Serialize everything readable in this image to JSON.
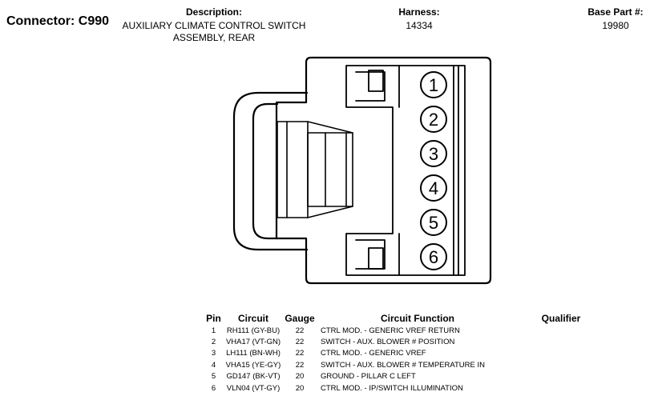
{
  "header": {
    "connector_title": "Connector: C990",
    "description_label": "Description:",
    "description_line1": "AUXILIARY CLIMATE CONTROL SWITCH",
    "description_line2": "ASSEMBLY, REAR",
    "harness_label": "Harness:",
    "harness_value": "14334",
    "base_part_label": "Base Part #:",
    "base_part_value": "19980"
  },
  "diagram": {
    "pin_labels": [
      "1",
      "2",
      "3",
      "4",
      "5",
      "6"
    ]
  },
  "table": {
    "headers": {
      "pin": "Pin",
      "circuit": "Circuit",
      "gauge": "Gauge",
      "function": "Circuit Function",
      "qualifier": "Qualifier"
    },
    "rows": [
      {
        "pin": "1",
        "circuit": "RH111 (GY-BU)",
        "gauge": "22",
        "function": "CTRL MOD. - GENERIC VREF RETURN",
        "qualifier": ""
      },
      {
        "pin": "2",
        "circuit": "VHA17 (VT-GN)",
        "gauge": "22",
        "function": "SWITCH - AUX. BLOWER # POSITION",
        "qualifier": ""
      },
      {
        "pin": "3",
        "circuit": "LH111 (BN-WH)",
        "gauge": "22",
        "function": "CTRL MOD. - GENERIC VREF",
        "qualifier": ""
      },
      {
        "pin": "4",
        "circuit": "VHA15 (YE-GY)",
        "gauge": "22",
        "function": "SWITCH - AUX. BLOWER # TEMPERATURE IN",
        "qualifier": ""
      },
      {
        "pin": "5",
        "circuit": "GD147 (BK-VT)",
        "gauge": "20",
        "function": "GROUND - PILLAR C LEFT",
        "qualifier": ""
      },
      {
        "pin": "6",
        "circuit": "VLN04 (VT-GY)",
        "gauge": "20",
        "function": "CTRL MOD. - IP/SWITCH ILLUMINATION",
        "qualifier": ""
      }
    ]
  }
}
